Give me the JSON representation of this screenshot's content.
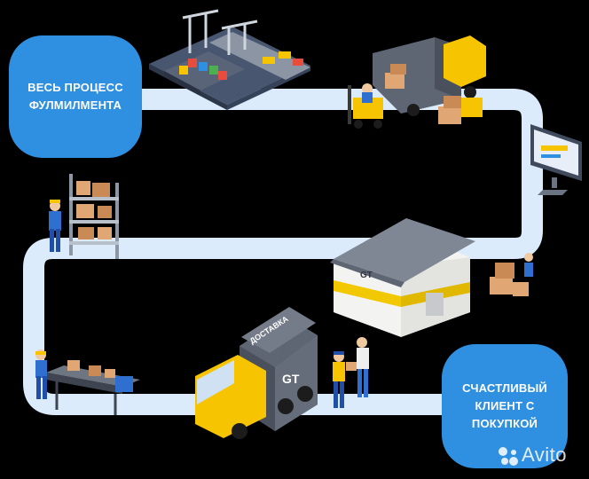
{
  "bubbles": {
    "start_text": "ВЕСЬ ПРОЦЕСС\nФУЛМИЛМЕНТА",
    "end_text": "СЧАСТЛИВЫЙ\nКЛИЕНТ С\nПОКУПКОЙ"
  },
  "truck": {
    "side_text": "ДОСТАВКА",
    "logo_text": "GT"
  },
  "warehouse": {
    "logo_text": "GT"
  },
  "watermark": {
    "text": "Avito"
  },
  "colors": {
    "background": "#000000",
    "path": "#dcebfb",
    "bubble": "#2f8fe0",
    "truck_cab": "#f6c400",
    "truck_box": "#5f6673",
    "box": "#e0a774",
    "warehouse_wall": "#f3f3f1",
    "warehouse_stripe": "#f2c800",
    "roof": "#7f8795",
    "sea": "#3f4c66"
  }
}
